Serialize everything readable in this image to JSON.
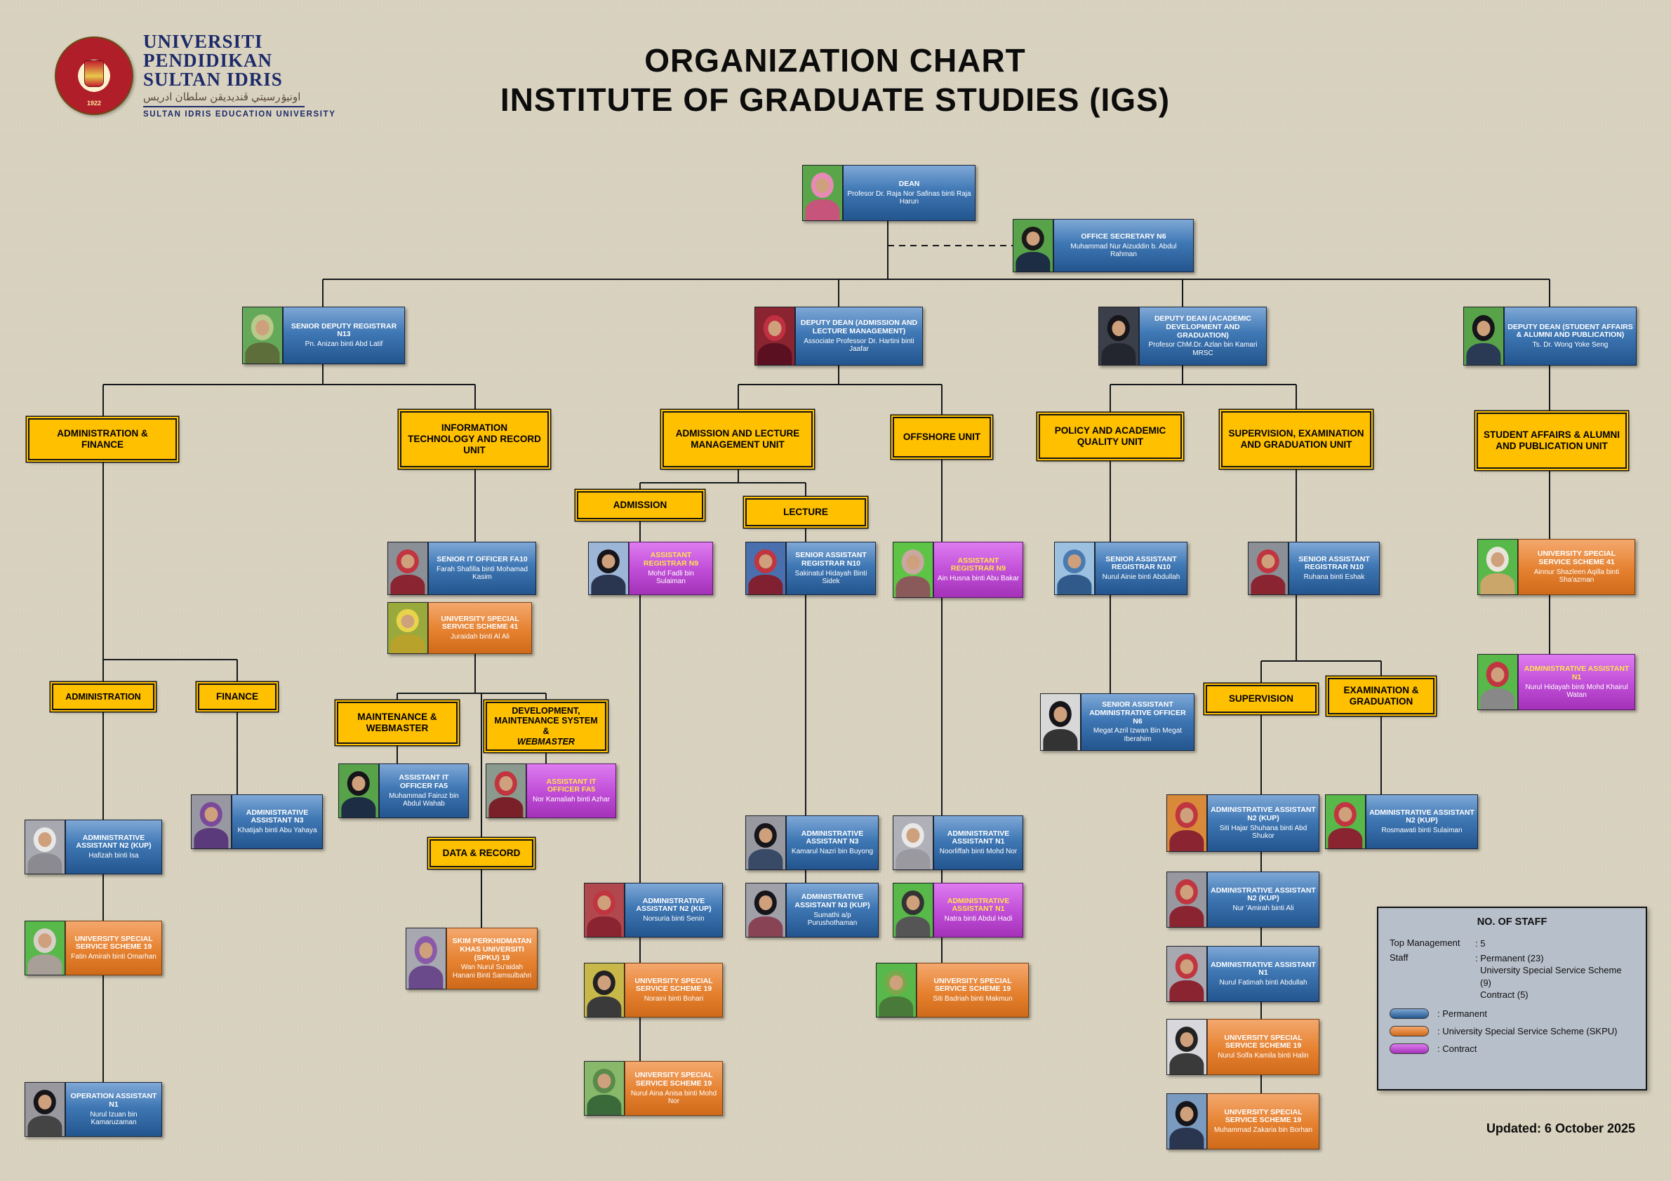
{
  "brand": {
    "line1": "UNIVERSITI",
    "line2": "PENDIDIKAN",
    "line3": "SULTAN IDRIS",
    "jawi": "اونيۏرسيتي ڤنديديقن سلطان ادريس",
    "subtitle": "SULTAN IDRIS EDUCATION UNIVERSITY",
    "year": "1922"
  },
  "title": {
    "line1": "ORGANIZATION CHART",
    "line2": "INSTITUTE OF GRADUATE STUDIES (IGS)"
  },
  "colors": {
    "permanent": "#23558e",
    "skpu": "#e5812f",
    "contract": "#bf4cd6",
    "unit": "#ffc000"
  },
  "people": {
    "dean": {
      "title": "DEAN",
      "name": "Profesor Dr. Raja Nor Safinas binti Raja Harun"
    },
    "secretary": {
      "title": "OFFICE SECRETARY N6",
      "name": "Muhammad Nur Aizuddin b. Abdul Rahman"
    },
    "sdr": {
      "title": "SENIOR DEPUTY REGISTRAR N13",
      "name": "Pn. Anizan binti Abd Latif"
    },
    "dd_admission": {
      "title": "DEPUTY DEAN (ADMISSION AND LECTURE MANAGEMENT)",
      "name": "Associate Professor Dr. Hartini binti Jaafar"
    },
    "dd_academic": {
      "title": "DEPUTY DEAN (ACADEMIC DEVELOPMENT AND GRADUATION)",
      "name": "Profesor ChM.Dr. Azlan bin Kamari MRSC"
    },
    "dd_student": {
      "title": "DEPUTY DEAN (STUDENT AFFAIRS & ALUMNI AND PUBLICATION)",
      "name": "Ts. Dr. Wong Yoke Seng"
    },
    "farah": {
      "title": "SENIOR IT OFFICER FA10",
      "name": "Farah Shafilla binti Mohamad Kasim"
    },
    "juraidah": {
      "title": "UNIVERSITY SPECIAL SERVICE SCHEME 41",
      "name": "Juraidah binti Al Ali"
    },
    "fadli": {
      "title": "ASSISTANT REGISTRAR N9",
      "name": "Mohd Fadli bin Sulaiman"
    },
    "sakinatul": {
      "title": "SENIOR ASSISTANT REGISTRAR N10",
      "name": "Sakinatul Hidayah Binti Sidek"
    },
    "ainhusna": {
      "title": "ASSISTANT REGISTRAR N9",
      "name": "Ain Husna binti Abu Bakar"
    },
    "nurulainie": {
      "title": "SENIOR ASSISTANT REGISTRAR N10",
      "name": "Nurul Ainie binti Abdullah"
    },
    "ruhana": {
      "title": "SENIOR ASSISTANT REGISTRAR N10",
      "name": "Ruhana binti Eshak"
    },
    "ainnur": {
      "title": "UNIVERSITY SPECIAL SERVICE SCHEME 41",
      "name": "Ainnur Shazleen Aqilla binti Sha'azman"
    },
    "nurulhidayah": {
      "title": "ADMINISTRATIVE ASSISTANT N1",
      "name": "Nurul Hidayah binti Mohd Khairul Watan"
    },
    "megat": {
      "title": "SENIOR ASSISTANT ADMINISTRATIVE OFFICER N6",
      "name": "Megat Azril Izwan Bin Megat Iberahim"
    },
    "khatijah": {
      "title": "ADMINISTRATIVE ASSISTANT N3",
      "name": "Khatijah binti Abu Yahaya"
    },
    "hafizah": {
      "title": "ADMINISTRATIVE ASSISTANT N2 (KUP)",
      "name": "Hafizah binti Isa"
    },
    "fatin": {
      "title": "UNIVERSITY SPECIAL SERVICE SCHEME 19",
      "name": "Fatin Amirah binti Omarhan"
    },
    "izuan": {
      "title": "OPERATION ASSISTANT N1",
      "name": "Nurul Izuan bin Kamaruzaman"
    },
    "fairuz": {
      "title": "ASSISTANT IT OFFICER FA5",
      "name": "Muhammad Fairuz bin Abdul Wahab"
    },
    "kamaliah": {
      "title": "ASSISTANT IT OFFICER FA5",
      "name": "Nor Kamaliah binti Azhar"
    },
    "wannurul": {
      "title": "SKIM PERKHIDMATAN KHAS UNIVERSITI (SPKU) 19",
      "name": "Wan Nurul Su'aidah Hanani Binti Samsulbahri"
    },
    "norsuria": {
      "title": "ADMINISTRATIVE ASSISTANT N2 (KUP)",
      "name": "Norsuria binti Senin"
    },
    "noraini": {
      "title": "UNIVERSITY SPECIAL SERVICE SCHEME 19",
      "name": "Noraini binti Bohari"
    },
    "aina": {
      "title": "UNIVERSITY SPECIAL SERVICE SCHEME 19",
      "name": "Nurul Aina Anisa binti Mohd Nor"
    },
    "kamarul": {
      "title": "ADMINISTRATIVE ASSISTANT N3",
      "name": "Kamarul Nazri bin Buyong"
    },
    "sumathi": {
      "title": "ADMINISTRATIVE ASSISTANT N3 (KUP)",
      "name": "Sumathi a/p Purushothaman"
    },
    "noorliffah": {
      "title": "ADMINISTRATIVE ASSISTANT N1",
      "name": "Noorliffah binti Mohd Nor"
    },
    "natra": {
      "title": "ADMINISTRATIVE ASSISTANT N1",
      "name": "Natra binti Abdul Hadi"
    },
    "sitibadriah": {
      "title": "UNIVERSITY SPECIAL SERVICE SCHEME 19",
      "name": "Siti Badriah binti Makmun"
    },
    "sitihajar": {
      "title": "ADMINISTRATIVE ASSISTANT N2 (KUP)",
      "name": "Siti Hajar Shuhana binti Abd Shukor"
    },
    "rosmawati": {
      "title": "ADMINISTRATIVE ASSISTANT N2 (KUP)",
      "name": "Rosmawati binti Sulaiman"
    },
    "nuramirah": {
      "title": "ADMINISTRATIVE ASSISTANT N2 (KUP)",
      "name": "Nur 'Amirah binti Ali"
    },
    "nurulfatimah": {
      "title": "ADMINISTRATIVE ASSISTANT N1",
      "name": "Nurul Fatimah binti Abdullah"
    },
    "nurulsolfa": {
      "title": "UNIVERSITY SPECIAL SERVICE SCHEME 19",
      "name": "Nurul Solfa Kamila binti Halin"
    },
    "zakaria": {
      "title": "UNIVERSITY SPECIAL SERVICE SCHEME 19",
      "name": "Muhammad Zakaria bin Borhan"
    }
  },
  "units": {
    "admin_finance": "ADMINISTRATION & FINANCE",
    "it_record": "INFORMATION TECHNOLOGY AND RECORD UNIT",
    "admission_lecture": "ADMISSION AND LECTURE MANAGEMENT UNIT",
    "offshore": "OFFSHORE UNIT",
    "policy_quality": "POLICY AND ACADEMIC QUALITY UNIT",
    "supervision_exam_grad": "SUPERVISION, EXAMINATION AND GRADUATION UNIT",
    "student_affairs": "STUDENT AFFAIRS & ALUMNI AND PUBLICATION UNIT"
  },
  "subunits": {
    "admission": "ADMISSION",
    "lecture": "LECTURE",
    "administration": "ADMINISTRATION",
    "finance": "FINANCE",
    "maintenance_webmaster": "MAINTENANCE & WEBMASTER",
    "dev_maintenance_line1": "DEVELOPMENT, MAINTENANCE SYSTEM &",
    "dev_maintenance_line2": "WEBMASTER",
    "data_record": "DATA & RECORD",
    "supervision": "SUPERVISION",
    "examination_graduation": "EXAMINATION & GRADUATION"
  },
  "legend": {
    "title": "NO. OF STAFF",
    "top_management_label": "Top Management",
    "top_management_value": ": 5",
    "staff_label": "Staff",
    "staff_value1": ": Permanent (23)",
    "staff_value2": "University Special Service Scheme (9)",
    "staff_value3": "Contract (5)",
    "swatch_permanent": ": Permanent",
    "swatch_skpu": ": University Special Service Scheme (SKPU)",
    "swatch_contract": ": Contract"
  },
  "meta": {
    "updated": "Updated: 6 October 2025"
  }
}
